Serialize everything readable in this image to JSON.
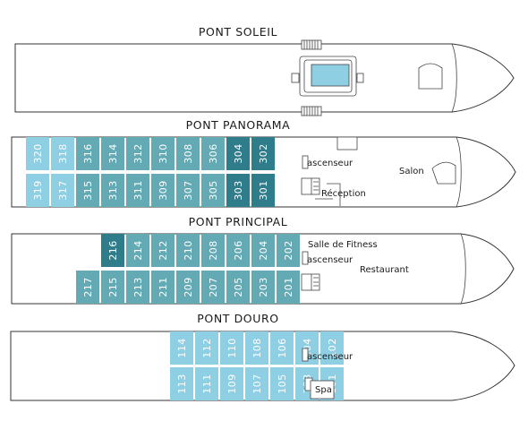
{
  "colors": {
    "light_cabin": "#8fcfe3",
    "medium_cabin": "#63aab5",
    "dark_cabin": "#2f7c8a",
    "hull_stroke": "#333333"
  },
  "decks": {
    "soleil": {
      "title": "PONT SOLEIL"
    },
    "panorama": {
      "title": "PONT PANORAMA",
      "labels": {
        "elevator": "ascenseur",
        "reception": "Réception",
        "salon": "Salon"
      },
      "top_cabins": [
        {
          "number": "320",
          "category": "light"
        },
        {
          "number": "318",
          "category": "light"
        },
        {
          "number": "316",
          "category": "medium"
        },
        {
          "number": "314",
          "category": "medium"
        },
        {
          "number": "312",
          "category": "medium"
        },
        {
          "number": "310",
          "category": "medium"
        },
        {
          "number": "308",
          "category": "medium"
        },
        {
          "number": "306",
          "category": "medium"
        },
        {
          "number": "304",
          "category": "dark"
        },
        {
          "number": "302",
          "category": "dark"
        }
      ],
      "bottom_cabins": [
        {
          "number": "319",
          "category": "light"
        },
        {
          "number": "317",
          "category": "light"
        },
        {
          "number": "315",
          "category": "medium"
        },
        {
          "number": "313",
          "category": "medium"
        },
        {
          "number": "311",
          "category": "medium"
        },
        {
          "number": "309",
          "category": "medium"
        },
        {
          "number": "307",
          "category": "medium"
        },
        {
          "number": "305",
          "category": "medium"
        },
        {
          "number": "303",
          "category": "dark"
        },
        {
          "number": "301",
          "category": "dark"
        }
      ]
    },
    "principal": {
      "title": "PONT PRINCIPAL",
      "labels": {
        "fitness": "Salle de Fitness",
        "elevator": "ascenseur",
        "restaurant": "Restaurant"
      },
      "top_cabins": [
        {
          "number": "216",
          "category": "dark"
        },
        {
          "number": "214",
          "category": "medium"
        },
        {
          "number": "212",
          "category": "medium"
        },
        {
          "number": "210",
          "category": "medium"
        },
        {
          "number": "208",
          "category": "medium"
        },
        {
          "number": "206",
          "category": "medium"
        },
        {
          "number": "204",
          "category": "medium"
        },
        {
          "number": "202",
          "category": "medium"
        }
      ],
      "bottom_cabins": [
        {
          "number": "217",
          "category": "medium"
        },
        {
          "number": "215",
          "category": "medium"
        },
        {
          "number": "213",
          "category": "medium"
        },
        {
          "number": "211",
          "category": "medium"
        },
        {
          "number": "209",
          "category": "medium"
        },
        {
          "number": "207",
          "category": "medium"
        },
        {
          "number": "205",
          "category": "medium"
        },
        {
          "number": "203",
          "category": "medium"
        },
        {
          "number": "201",
          "category": "medium"
        }
      ]
    },
    "douro": {
      "title": "PONT DOURO",
      "labels": {
        "elevator": "ascenseur",
        "spa": "Spa"
      },
      "top_cabins": [
        {
          "number": "114",
          "category": "light"
        },
        {
          "number": "112",
          "category": "light"
        },
        {
          "number": "110",
          "category": "light"
        },
        {
          "number": "108",
          "category": "light"
        },
        {
          "number": "106",
          "category": "light"
        },
        {
          "number": "104",
          "category": "light"
        },
        {
          "number": "102",
          "category": "light"
        }
      ],
      "bottom_cabins": [
        {
          "number": "113",
          "category": "light"
        },
        {
          "number": "111",
          "category": "light"
        },
        {
          "number": "109",
          "category": "light"
        },
        {
          "number": "107",
          "category": "light"
        },
        {
          "number": "105",
          "category": "light"
        },
        {
          "number": "103",
          "category": "light"
        },
        {
          "number": "101",
          "category": "light"
        }
      ]
    }
  }
}
